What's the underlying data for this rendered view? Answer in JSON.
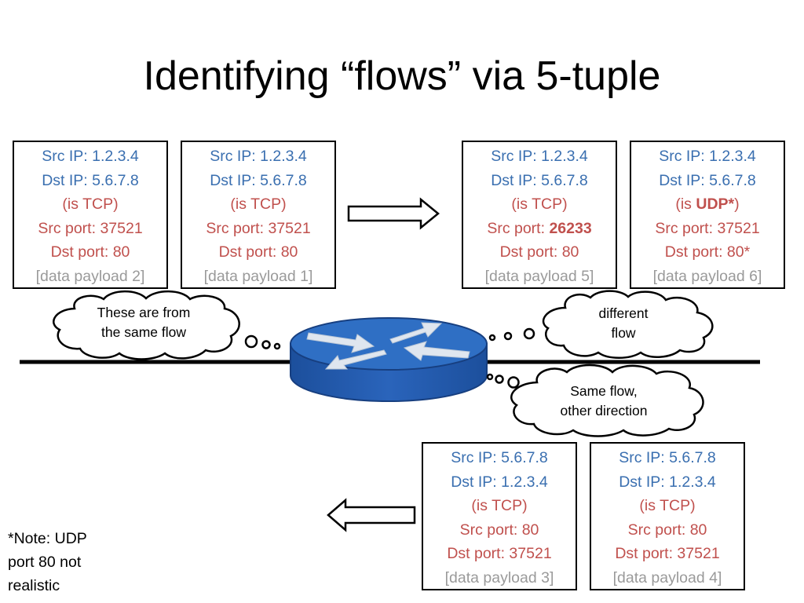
{
  "title": "Identifying “flows” via 5-tuple",
  "packets": [
    {
      "id": "payload-2",
      "src_ip": "Src IP: 1.2.3.4",
      "dst_ip": "Dst IP: 5.6.7.8",
      "proto_prefix": "(is ",
      "proto": "TCP",
      "proto_suffix": ")",
      "src_port_label": "Src port: ",
      "src_port": "37521",
      "dst_port": "Dst port: 80",
      "payload": "[data payload 2]"
    },
    {
      "id": "payload-1",
      "src_ip": "Src IP: 1.2.3.4",
      "dst_ip": "Dst IP: 5.6.7.8",
      "proto_prefix": "(is ",
      "proto": "TCP",
      "proto_suffix": ")",
      "src_port_label": "Src port: ",
      "src_port": "37521",
      "dst_port": "Dst port: 80",
      "payload": "[data payload 1]"
    },
    {
      "id": "payload-5",
      "src_ip": "Src IP: 1.2.3.4",
      "dst_ip": "Dst IP: 5.6.7.8",
      "proto_prefix": "(is ",
      "proto": "TCP",
      "proto_suffix": ")",
      "src_port_label": "Src port: ",
      "src_port": "26233",
      "dst_port": "Dst port: 80",
      "payload": "[data payload 5]"
    },
    {
      "id": "payload-6",
      "src_ip": "Src IP: 1.2.3.4",
      "dst_ip": "Dst IP: 5.6.7.8",
      "proto_prefix": "(is ",
      "proto": "UDP*",
      "proto_suffix": ")",
      "src_port_label": "Src port: ",
      "src_port": "37521",
      "dst_port": "Dst port: 80*",
      "payload": "[data payload 6]"
    },
    {
      "id": "payload-3",
      "src_ip": "Src IP: 5.6.7.8",
      "dst_ip": "Dst IP: 1.2.3.4",
      "proto_prefix": "(is ",
      "proto": "TCP",
      "proto_suffix": ")",
      "src_port_label": "Src port: ",
      "src_port": "80",
      "dst_port": "Dst port: 37521",
      "payload": "[data payload 3]"
    },
    {
      "id": "payload-4",
      "src_ip": "Src IP: 5.6.7.8",
      "dst_ip": "Dst IP: 1.2.3.4",
      "proto_prefix": "(is ",
      "proto": "TCP",
      "proto_suffix": ")",
      "src_port_label": "Src port: ",
      "src_port": "80",
      "dst_port": "Dst port: 37521",
      "payload": "[data payload 4]"
    }
  ],
  "thoughts": {
    "same_flow": {
      "line1": "These are from",
      "line2": "the same flow"
    },
    "different_flow": {
      "line1": "different",
      "line2": "flow"
    },
    "reverse_flow": {
      "line1": "Same flow,",
      "line2": "other direction"
    }
  },
  "note": {
    "line1": "*Note: UDP",
    "line2": "port 80 not",
    "line3": "realistic"
  },
  "colors": {
    "ip_text": "#3a6fb0",
    "tcp_text": "#c0504d",
    "payload_text": "#9a9a9a",
    "router_top": "#2f6fc4",
    "router_side": "#1f56a8",
    "router_outline": "#173f80"
  },
  "icons": {
    "router": "router-icon",
    "arrow_right": "arrow-right-icon",
    "arrow_left": "arrow-left-icon"
  }
}
